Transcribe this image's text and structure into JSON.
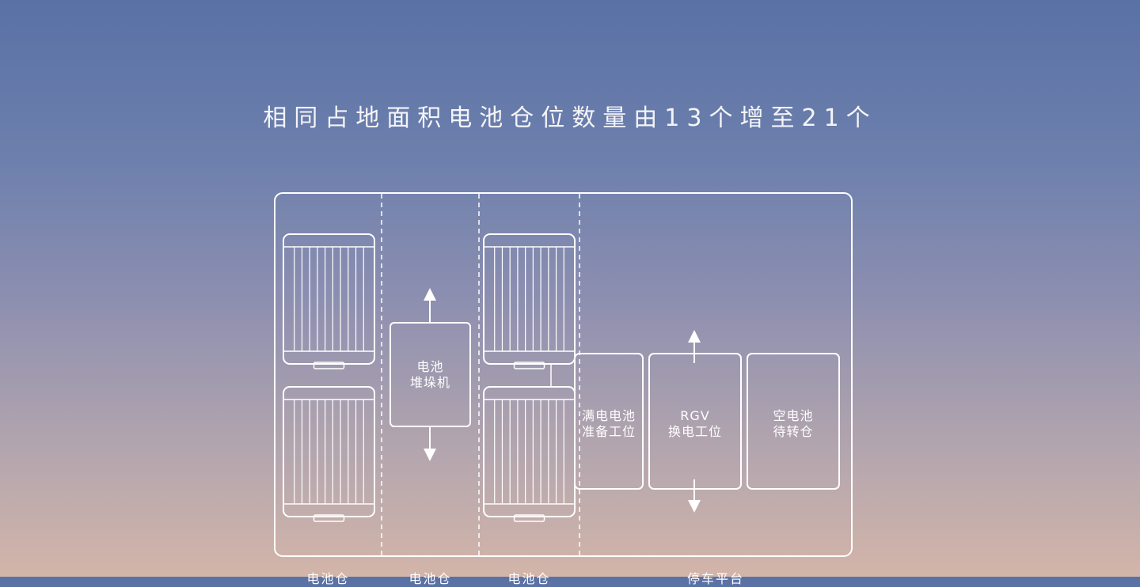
{
  "title": "相同占地面积电池仓位数量由13个增至21个",
  "stacker": {
    "line1": "电池",
    "line2": "堆垛机"
  },
  "full_station": {
    "line1": "满电电池",
    "line2": "准备工位"
  },
  "rgv_station": {
    "line1": "RGV",
    "line2": "换电工位"
  },
  "empty_station": {
    "line1": "空电池",
    "line2": "待转仓"
  },
  "bottom_labels": [
    "电池仓",
    "电池仓",
    "电池仓",
    "停车平台"
  ],
  "colors": {
    "stroke": "#ffffff",
    "bg_top": "#5a71a6",
    "bg_bottom": "#d3b5a9"
  }
}
